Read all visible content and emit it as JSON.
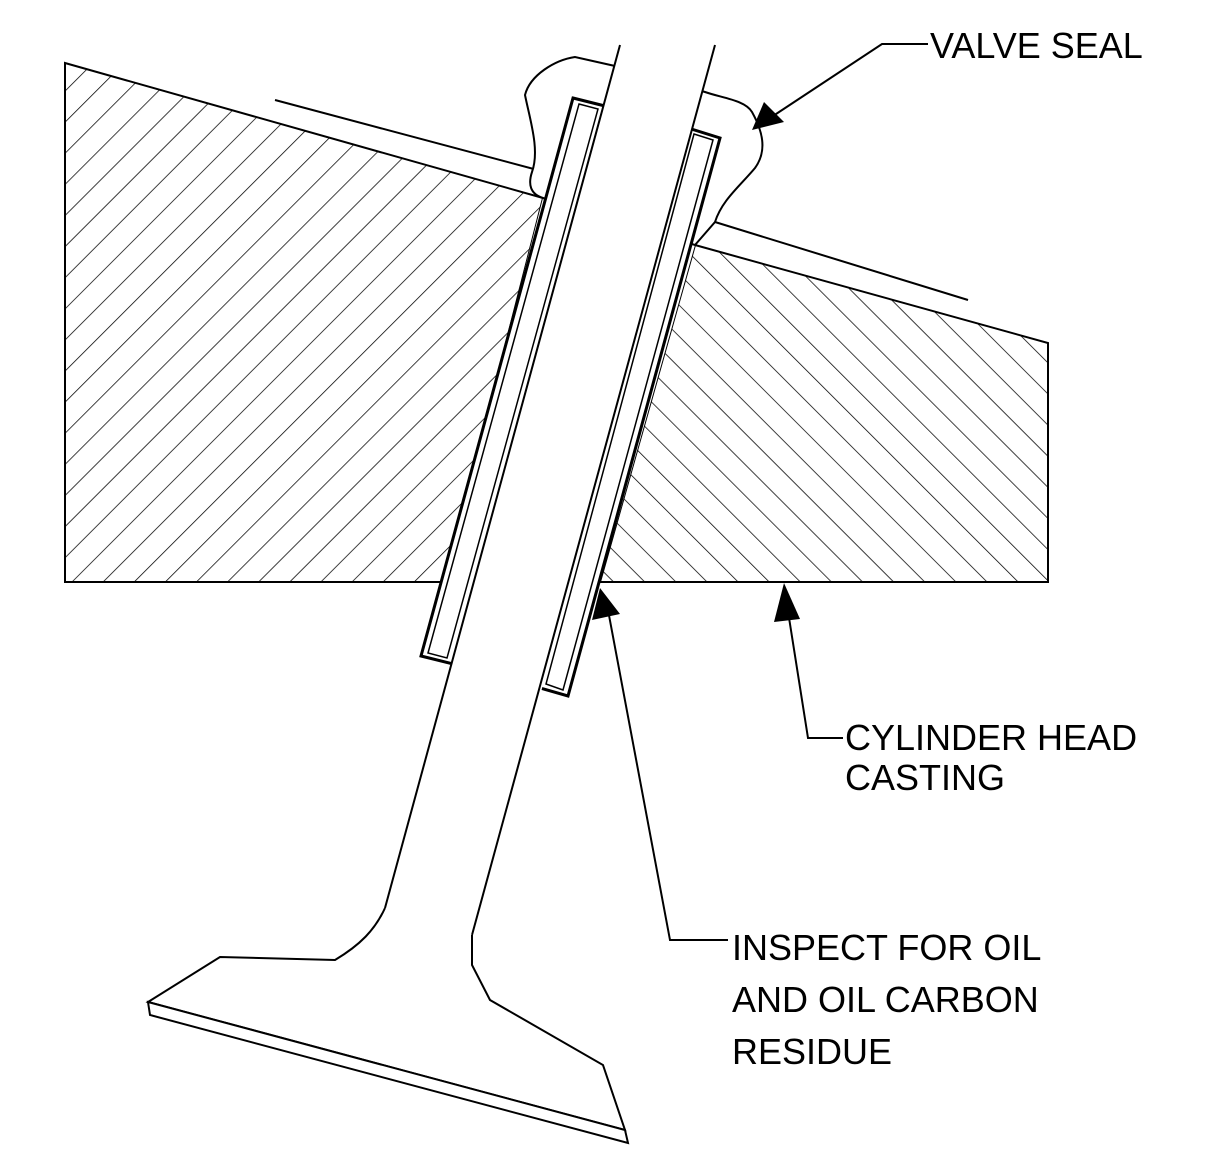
{
  "colors": {
    "ink": "#000000",
    "paper": "#ffffff"
  },
  "labels": {
    "valve_seal": "VALVE SEAL",
    "cylinder_head": [
      "CYLINDER HEAD",
      "CASTING"
    ],
    "inspect": [
      "INSPECT FOR OIL",
      "AND OIL CARBON",
      "RESIDUE"
    ]
  },
  "icons": {
    "leader_arrow": "arrowhead-icon"
  }
}
